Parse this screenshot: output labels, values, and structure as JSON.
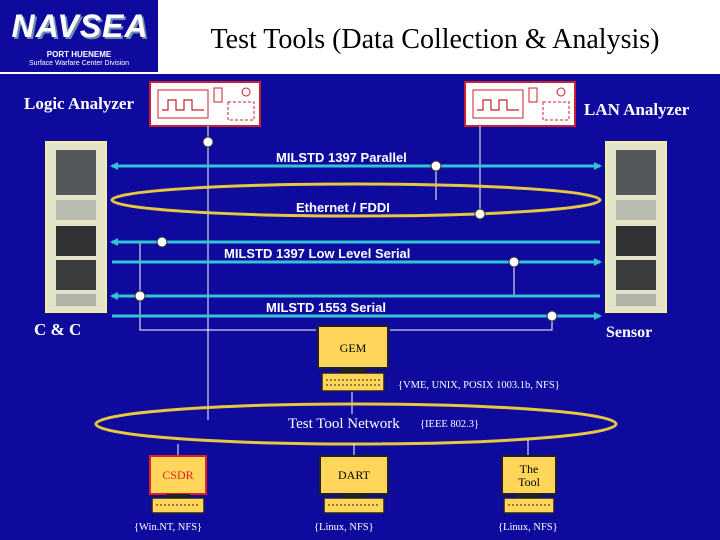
{
  "header": {
    "title": "Test Tools (Data Collection & Analysis)",
    "logo": {
      "word": "NAVSEA",
      "line1": "PORT HUENEME",
      "line2": "Surface Warfare Center Division"
    }
  },
  "instruments": {
    "left": "Logic Analyzer",
    "right": "LAN Analyzer"
  },
  "buses": {
    "parallel": "MILSTD 1397 Parallel",
    "ethernet": "Ethernet / FDDI",
    "low_level_serial": "MILSTD 1397 Low Level Serial",
    "serial_1553": "MILSTD 1553 Serial"
  },
  "racks": {
    "left": "C & C",
    "right": "Sensor"
  },
  "gem": {
    "label": "GEM",
    "note": "{VME, UNIX, POSIX 1003.1b, NFS}"
  },
  "network": {
    "label": "Test Tool Network",
    "note": "{IEEE 802.3}"
  },
  "workstations": [
    {
      "label": "CSDR",
      "note": "{Win.NT, NFS}"
    },
    {
      "label": "DART",
      "note": "{Linux, NFS}"
    },
    {
      "label_line1": "The",
      "label_line2": "Tool",
      "note": "{Linux, NFS}"
    }
  ],
  "colors": {
    "background": "#0f0a9e",
    "bus_line": "#33c4d6",
    "ring": "#e6c840",
    "rack": "#d8dcc8",
    "instrument_border": "#c8202c",
    "csdr_border": "#e02020",
    "monitor_screen": "#ffd65a"
  }
}
